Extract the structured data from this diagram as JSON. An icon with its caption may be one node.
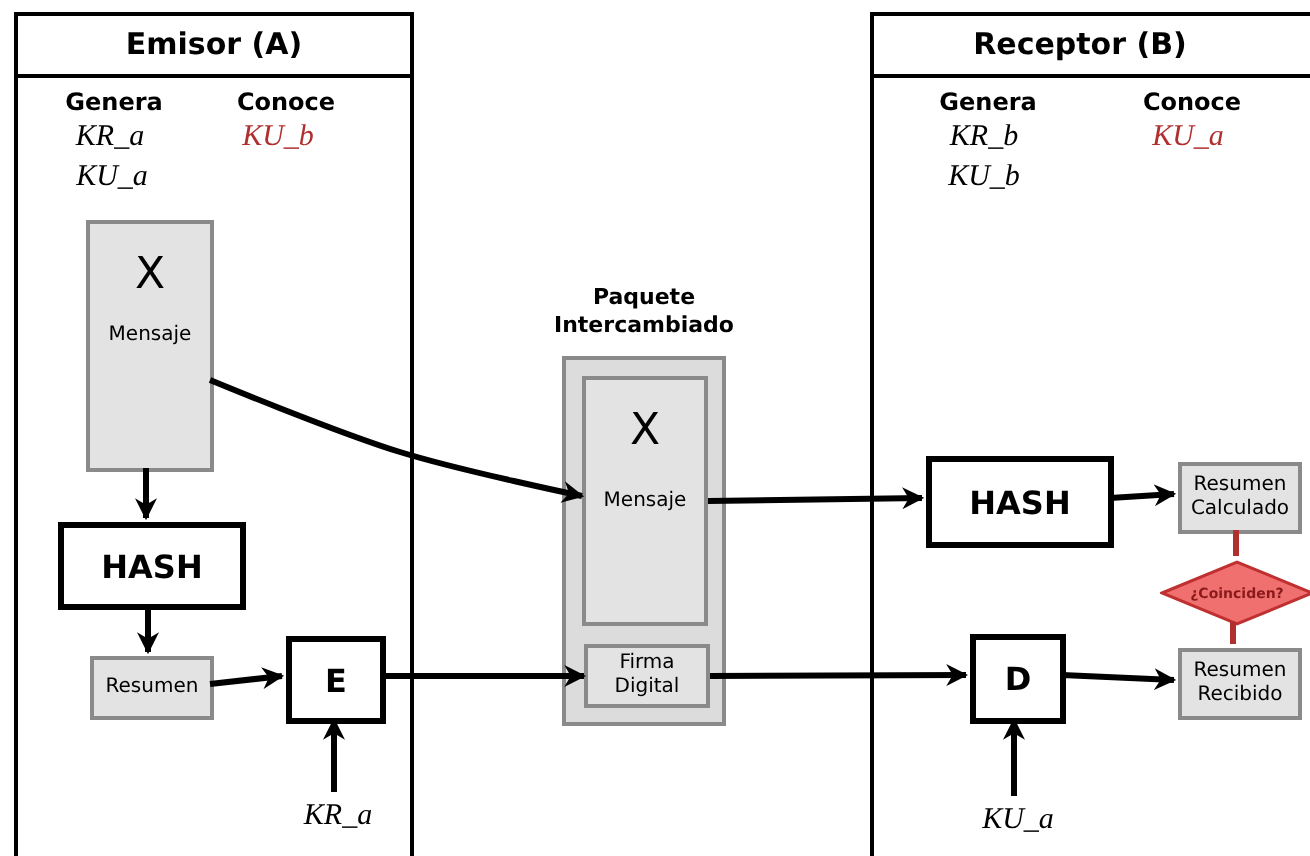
{
  "diagram": {
    "nodes": [
      {
        "text": [
          "Emisor (A)"
        ]
      },
      {
        "text": [
          "X",
          "Mensaje"
        ],
        "in": 0
      },
      {
        "text": [
          "HASH"
        ],
        "in": 0
      },
      {
        "text": [
          "Resumen"
        ],
        "in": 0
      },
      {
        "text": [
          "E"
        ],
        "in": 0
      },
      {
        "text": [
          "KR_a"
        ],
        "in": 0
      },
      {
        "text": [
          "Paquete Intercambiado"
        ]
      },
      {
        "text": [
          "X",
          "Mensaje"
        ],
        "in": 6
      },
      {
        "text": [
          "Firma Digital"
        ],
        "in": 6
      },
      {
        "text": [
          "Receptor (B)"
        ]
      },
      {
        "text": [
          "HASH"
        ],
        "in": 9
      },
      {
        "text": [
          "Resumen Calculado"
        ],
        "in": 9
      },
      {
        "text": [
          "¿Coinciden?"
        ],
        "in": 9
      },
      {
        "text": [
          "D"
        ],
        "in": 9
      },
      {
        "text": [
          "Resumen Recibido"
        ],
        "in": 9
      },
      {
        "text": [
          "KU_a"
        ],
        "in": 9
      }
    ],
    "edges": [
      {
        "from": 1,
        "to": 2,
        "arrow": "to"
      },
      {
        "from": 2,
        "to": 3,
        "arrow": "to"
      },
      {
        "from": 3,
        "to": 4,
        "arrow": "to"
      },
      {
        "from": 5,
        "to": 4,
        "arrow": "to"
      },
      {
        "from": 1,
        "to": 7,
        "arrow": "to"
      },
      {
        "from": 4,
        "to": 8,
        "arrow": "to"
      },
      {
        "from": 7,
        "to": 10,
        "arrow": "to"
      },
      {
        "from": 10,
        "to": 11,
        "arrow": "to"
      },
      {
        "from": 11,
        "to": 12,
        "arrow": "none",
        "color": "#b03030"
      },
      {
        "from": 12,
        "to": 14,
        "arrow": "none",
        "color": "#b03030"
      },
      {
        "from": 8,
        "to": 13,
        "arrow": "to"
      },
      {
        "from": 13,
        "to": 14,
        "arrow": "to"
      },
      {
        "from": 15,
        "to": 13,
        "arrow": "to"
      }
    ],
    "labels": [
      "Genera",
      "Conoce",
      "KR_a",
      "KU_b",
      "KU_a",
      "Genera",
      "Conoce",
      "KR_b",
      "KU_a",
      "KU_b"
    ]
  }
}
